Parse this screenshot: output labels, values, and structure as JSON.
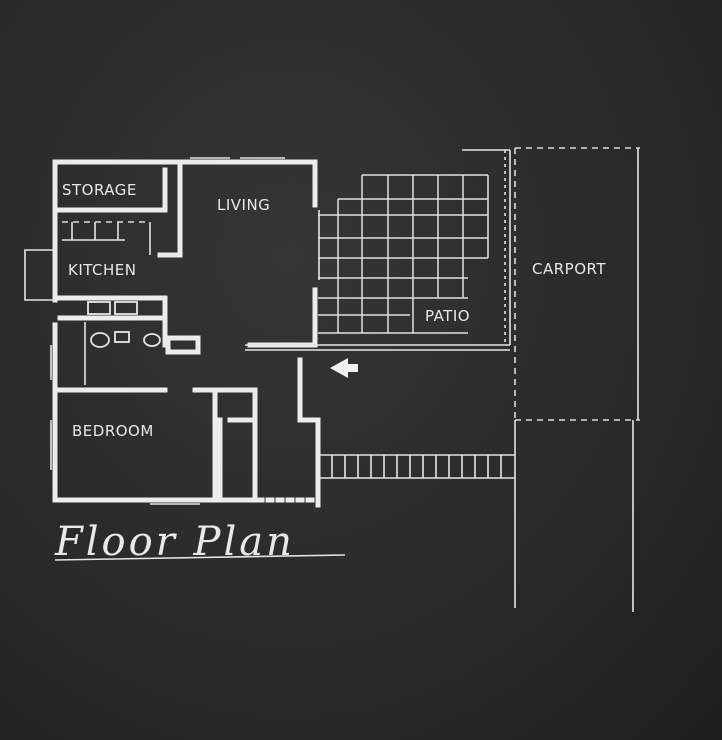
{
  "diagram": {
    "title": "Floor Plan",
    "rooms": {
      "storage": "STORAGE",
      "kitchen": "KITCHEN",
      "living": "LIVING",
      "bedroom": "BEDROOM",
      "patio": "PATIO",
      "carport": "CARPORT"
    },
    "colors": {
      "background": "#2b2b2b",
      "lines": "#ececec"
    },
    "icons": [
      "entry-arrow-icon"
    ]
  }
}
